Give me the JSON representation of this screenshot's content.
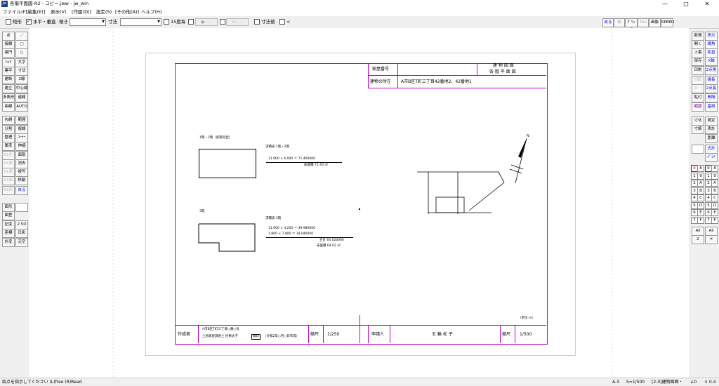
{
  "window": {
    "title": "各階平面図-R2 - コピー.jww - jw_win",
    "icon_label": "Jw",
    "controls": [
      "—",
      "□",
      "✕"
    ]
  },
  "menu": [
    "ファイル(F)",
    "[編集(E)]",
    "表示(V)",
    "[作図(D)]",
    "設定(S)",
    "[その他(A)]",
    "ヘルプ(H)"
  ],
  "toolbar": {
    "rect_label": "矩形",
    "hv_label": "水平・垂直",
    "angle_label": "傾き",
    "dimension_label": "寸法",
    "deg15_label": "15度毎",
    "arrow1": "●-----",
    "arrow2": "<-----",
    "dimvalue_label": "寸法値",
    "last_label": "<",
    "right_buttons": [
      "戻る",
      "線",
      "ｸﾞﾘｯﾄﾞ",
      "TAG",
      "画像",
      "SPEED"
    ]
  },
  "left_tools": [
    [
      "点",
      "／"
    ],
    [
      "接線",
      "□"
    ],
    [
      "接円",
      "○"
    ],
    [
      "ﾊｯﾁ",
      "文字"
    ],
    [
      "建平",
      "寸法"
    ],
    [
      "建断",
      "2線"
    ],
    [
      "建立",
      "中心線"
    ],
    [
      "多角形",
      "連線"
    ],
    [
      "曲線",
      "AUTO"
    ],
    [
      "包絡",
      "範囲"
    ],
    [
      "分割",
      "複線"
    ],
    [
      "整理",
      "ｺｰﾅｰ"
    ],
    [
      "属変",
      "伸縮"
    ],
    [
      "BL化",
      "面取"
    ],
    [
      "BL解",
      "消去"
    ],
    [
      "BL属",
      "複写"
    ],
    [
      "BL編",
      "移動"
    ],
    [
      "BL終",
      "戻る"
    ],
    [
      "図形",
      ""
    ],
    [
      "図登",
      ""
    ],
    [
      "記変",
      "2.5D"
    ],
    [
      "座標",
      "日影"
    ],
    [
      "外変",
      "天空"
    ]
  ],
  "right_tools": [
    [
      "新規",
      "表示"
    ],
    [
      "開く",
      "線角"
    ],
    [
      "上書",
      "鉛直"
    ],
    [
      "保存",
      "X軸"
    ],
    [
      "印刷",
      "2点角"
    ],
    [
      "切取",
      "線長"
    ],
    [
      "ｺﾋﾟｰ",
      "2点長"
    ],
    [
      "貼付",
      "間隔"
    ],
    [
      "範囲",
      "基設"
    ],
    [
      "寸化",
      "測定"
    ],
    [
      "寸解",
      "表計"
    ],
    [
      "",
      "距離"
    ],
    [
      "",
      "式計"
    ],
    [
      "",
      "ﾊﾟﾗﾒ"
    ]
  ],
  "layer_left": [
    "0",
    "1",
    "2",
    "3",
    "4",
    "5",
    "6",
    "7"
  ],
  "layer_left2": [
    "8",
    "9",
    "A",
    "B",
    "C",
    "D",
    "E",
    "F"
  ],
  "layer_right": [
    "0",
    "1",
    "2",
    "3",
    "4",
    "5",
    "6",
    "7"
  ],
  "layer_right2": [
    "8",
    "9",
    "A",
    "B",
    "C",
    "D",
    "E",
    "F"
  ],
  "layer_all": [
    "All",
    "2"
  ],
  "layer_all_right": [
    "All",
    "✕"
  ],
  "drawing": {
    "house_number_label": "家屋番号",
    "title_line1": "建 物 図 面",
    "title_line2": "各 階 平 面 図",
    "location_label": "建物の所在",
    "location_value": "A市B区T町三丁目42番地2、42番地1",
    "floor12_title": "1階・2階（各階同型）",
    "floor12_calc_title": "求積表 1階・2階",
    "floor12_calc": "11.900 × 6.000 ＝ 71.400000",
    "floor12_area": "床面積 71.40 ㎡",
    "floor3_title": "3階",
    "floor3_calc_title": "求積表 3階",
    "floor3_calc1": "11.900 × 4.200 ＝ 49.980000",
    "floor3_calc2": "1.800 × 7.800 ＝ 14.040000",
    "floor3_subtotal": "合計 64.020000",
    "floor3_area": "床面積 64.02 ㎡",
    "unit_note": "（単位 m）",
    "author_label": "作成者",
    "author_line1": "A市B区T町三丁目○番○号",
    "author_line2": "土地家屋調査士 民事太子",
    "author_seal": "職印",
    "author_date": "（令和2年○月○日作成）",
    "scale_label": "縮尺",
    "scale_value1": "1/250",
    "applicant_label": "申請人",
    "applicant_value": "五 輪 松 子",
    "scale_value2": "1/500",
    "north_label": "N"
  },
  "status": {
    "message": "始点を指示してください (L)free (R)Read",
    "paper": "A-3",
    "scale": "S=1/500",
    "layer": "[2-0]建物図面・",
    "angle": "∠0",
    "zoom": "× 0.4"
  }
}
